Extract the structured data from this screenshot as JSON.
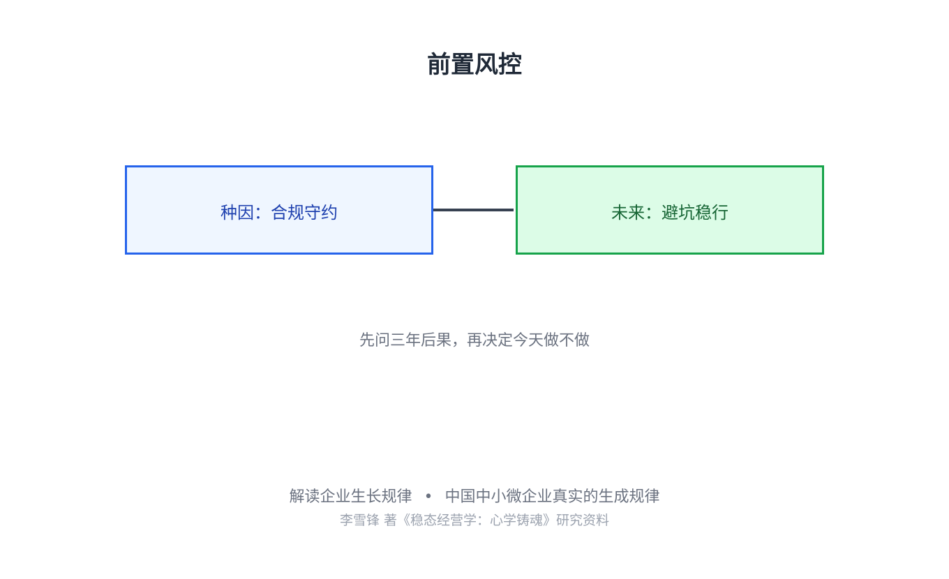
{
  "title": "前置风控",
  "diagram": {
    "left_box": {
      "label": "种因：合规守约"
    },
    "right_box": {
      "label": "未来：避坑稳行"
    }
  },
  "subtitle": "先问三年后果，再决定今天做不做",
  "footer": {
    "line1_left": "解读企业生长规律",
    "line1_separator": "•",
    "line1_right": "中国中小微企业真实的生成规律",
    "line2": "李雪锋 著《稳态经营学：心学铸魂》研究资料"
  },
  "colors": {
    "title": "#1f2937",
    "left_border": "#2563eb",
    "left_fill": "#eff6ff",
    "left_text": "#1e40af",
    "right_border": "#16a34a",
    "right_fill": "#dcfce7",
    "right_text": "#166534",
    "connector": "#374151",
    "muted_text": "#6b7280",
    "light_text": "#9ca3af"
  }
}
